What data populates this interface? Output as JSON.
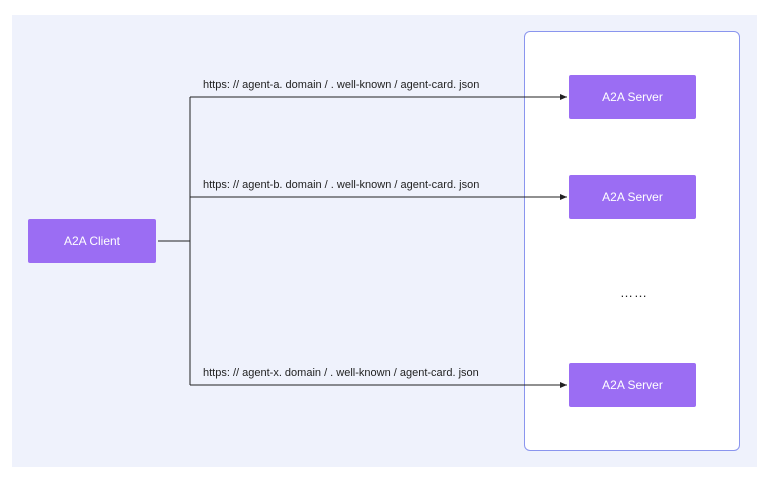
{
  "client": {
    "label": "A2A Client"
  },
  "servers": [
    {
      "label": "A2A Server",
      "url": "https: // agent-a. domain / . well-known / agent-card. json"
    },
    {
      "label": "A2A Server",
      "url": "https: // agent-b. domain / . well-known / agent-card. json"
    },
    {
      "label": "A2A Server",
      "url": "https: // agent-x. domain / . well-known / agent-card. json"
    }
  ],
  "ellipsis": "……",
  "colors": {
    "node_fill": "#9b6df3",
    "panel_border": "#8a95ee",
    "background": "#eff2fc"
  }
}
